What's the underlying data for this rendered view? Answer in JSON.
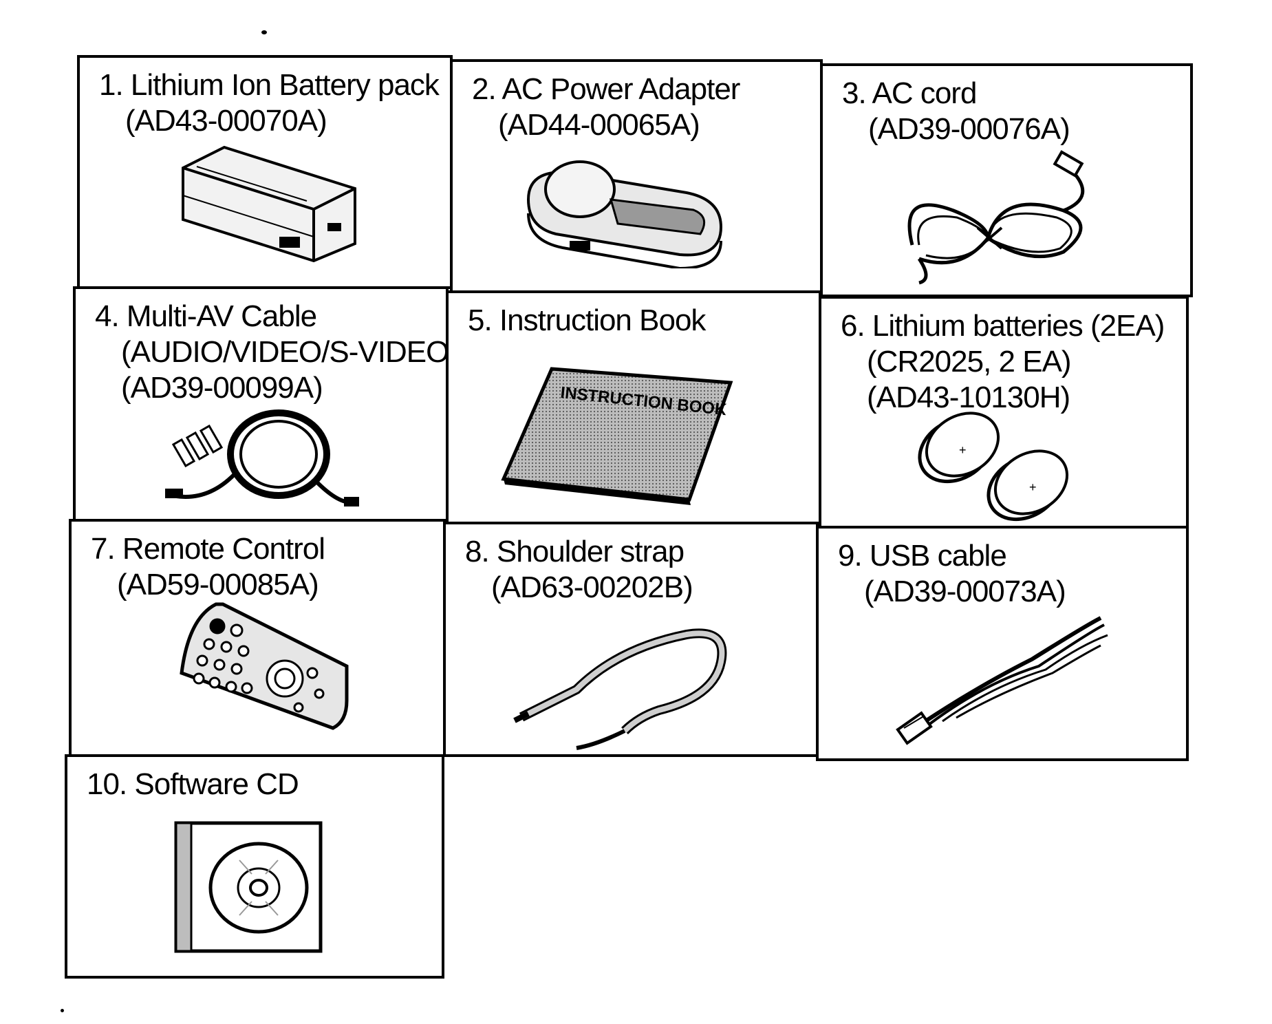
{
  "items": [
    {
      "title": "1. Lithium Ion Battery pack",
      "lines": [
        "(AD43-00070A)"
      ],
      "icon": "battery-pack-icon"
    },
    {
      "title": "2. AC Power Adapter",
      "lines": [
        "(AD44-00065A)"
      ],
      "icon": "power-adapter-icon"
    },
    {
      "title": "3. AC cord",
      "lines": [
        "(AD39-00076A)"
      ],
      "icon": "ac-cord-icon"
    },
    {
      "title": "4. Multi-AV Cable",
      "lines": [
        "(AUDIO/VIDEO/S-VIDEO)",
        "(AD39-00099A)"
      ],
      "icon": "av-cable-icon"
    },
    {
      "title": "5. Instruction Book",
      "lines": [],
      "icon": "instruction-book-icon",
      "book_text": "INSTRUCTION BOOK"
    },
    {
      "title": "6. Lithium batteries (2EA)",
      "lines": [
        "(CR2025, 2 EA)",
        "(AD43-10130H)"
      ],
      "icon": "coin-batteries-icon"
    },
    {
      "title": "7. Remote Control",
      "lines": [
        "(AD59-00085A)"
      ],
      "icon": "remote-control-icon"
    },
    {
      "title": "8. Shoulder strap",
      "lines": [
        "(AD63-00202B)"
      ],
      "icon": "shoulder-strap-icon"
    },
    {
      "title": "9. USB cable",
      "lines": [
        "(AD39-00073A)"
      ],
      "icon": "usb-cable-icon"
    },
    {
      "title": "10. Software CD",
      "lines": [],
      "icon": "software-cd-icon"
    }
  ]
}
